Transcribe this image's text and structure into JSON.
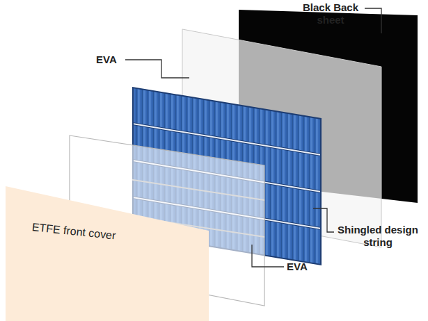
{
  "diagram": {
    "nodes": [
      {
        "text": [
          "ETFE front cover"
        ]
      }
    ],
    "labels": [
      "Black Back sheet",
      "EVA",
      "Shingled design string",
      "EVA"
    ]
  }
}
